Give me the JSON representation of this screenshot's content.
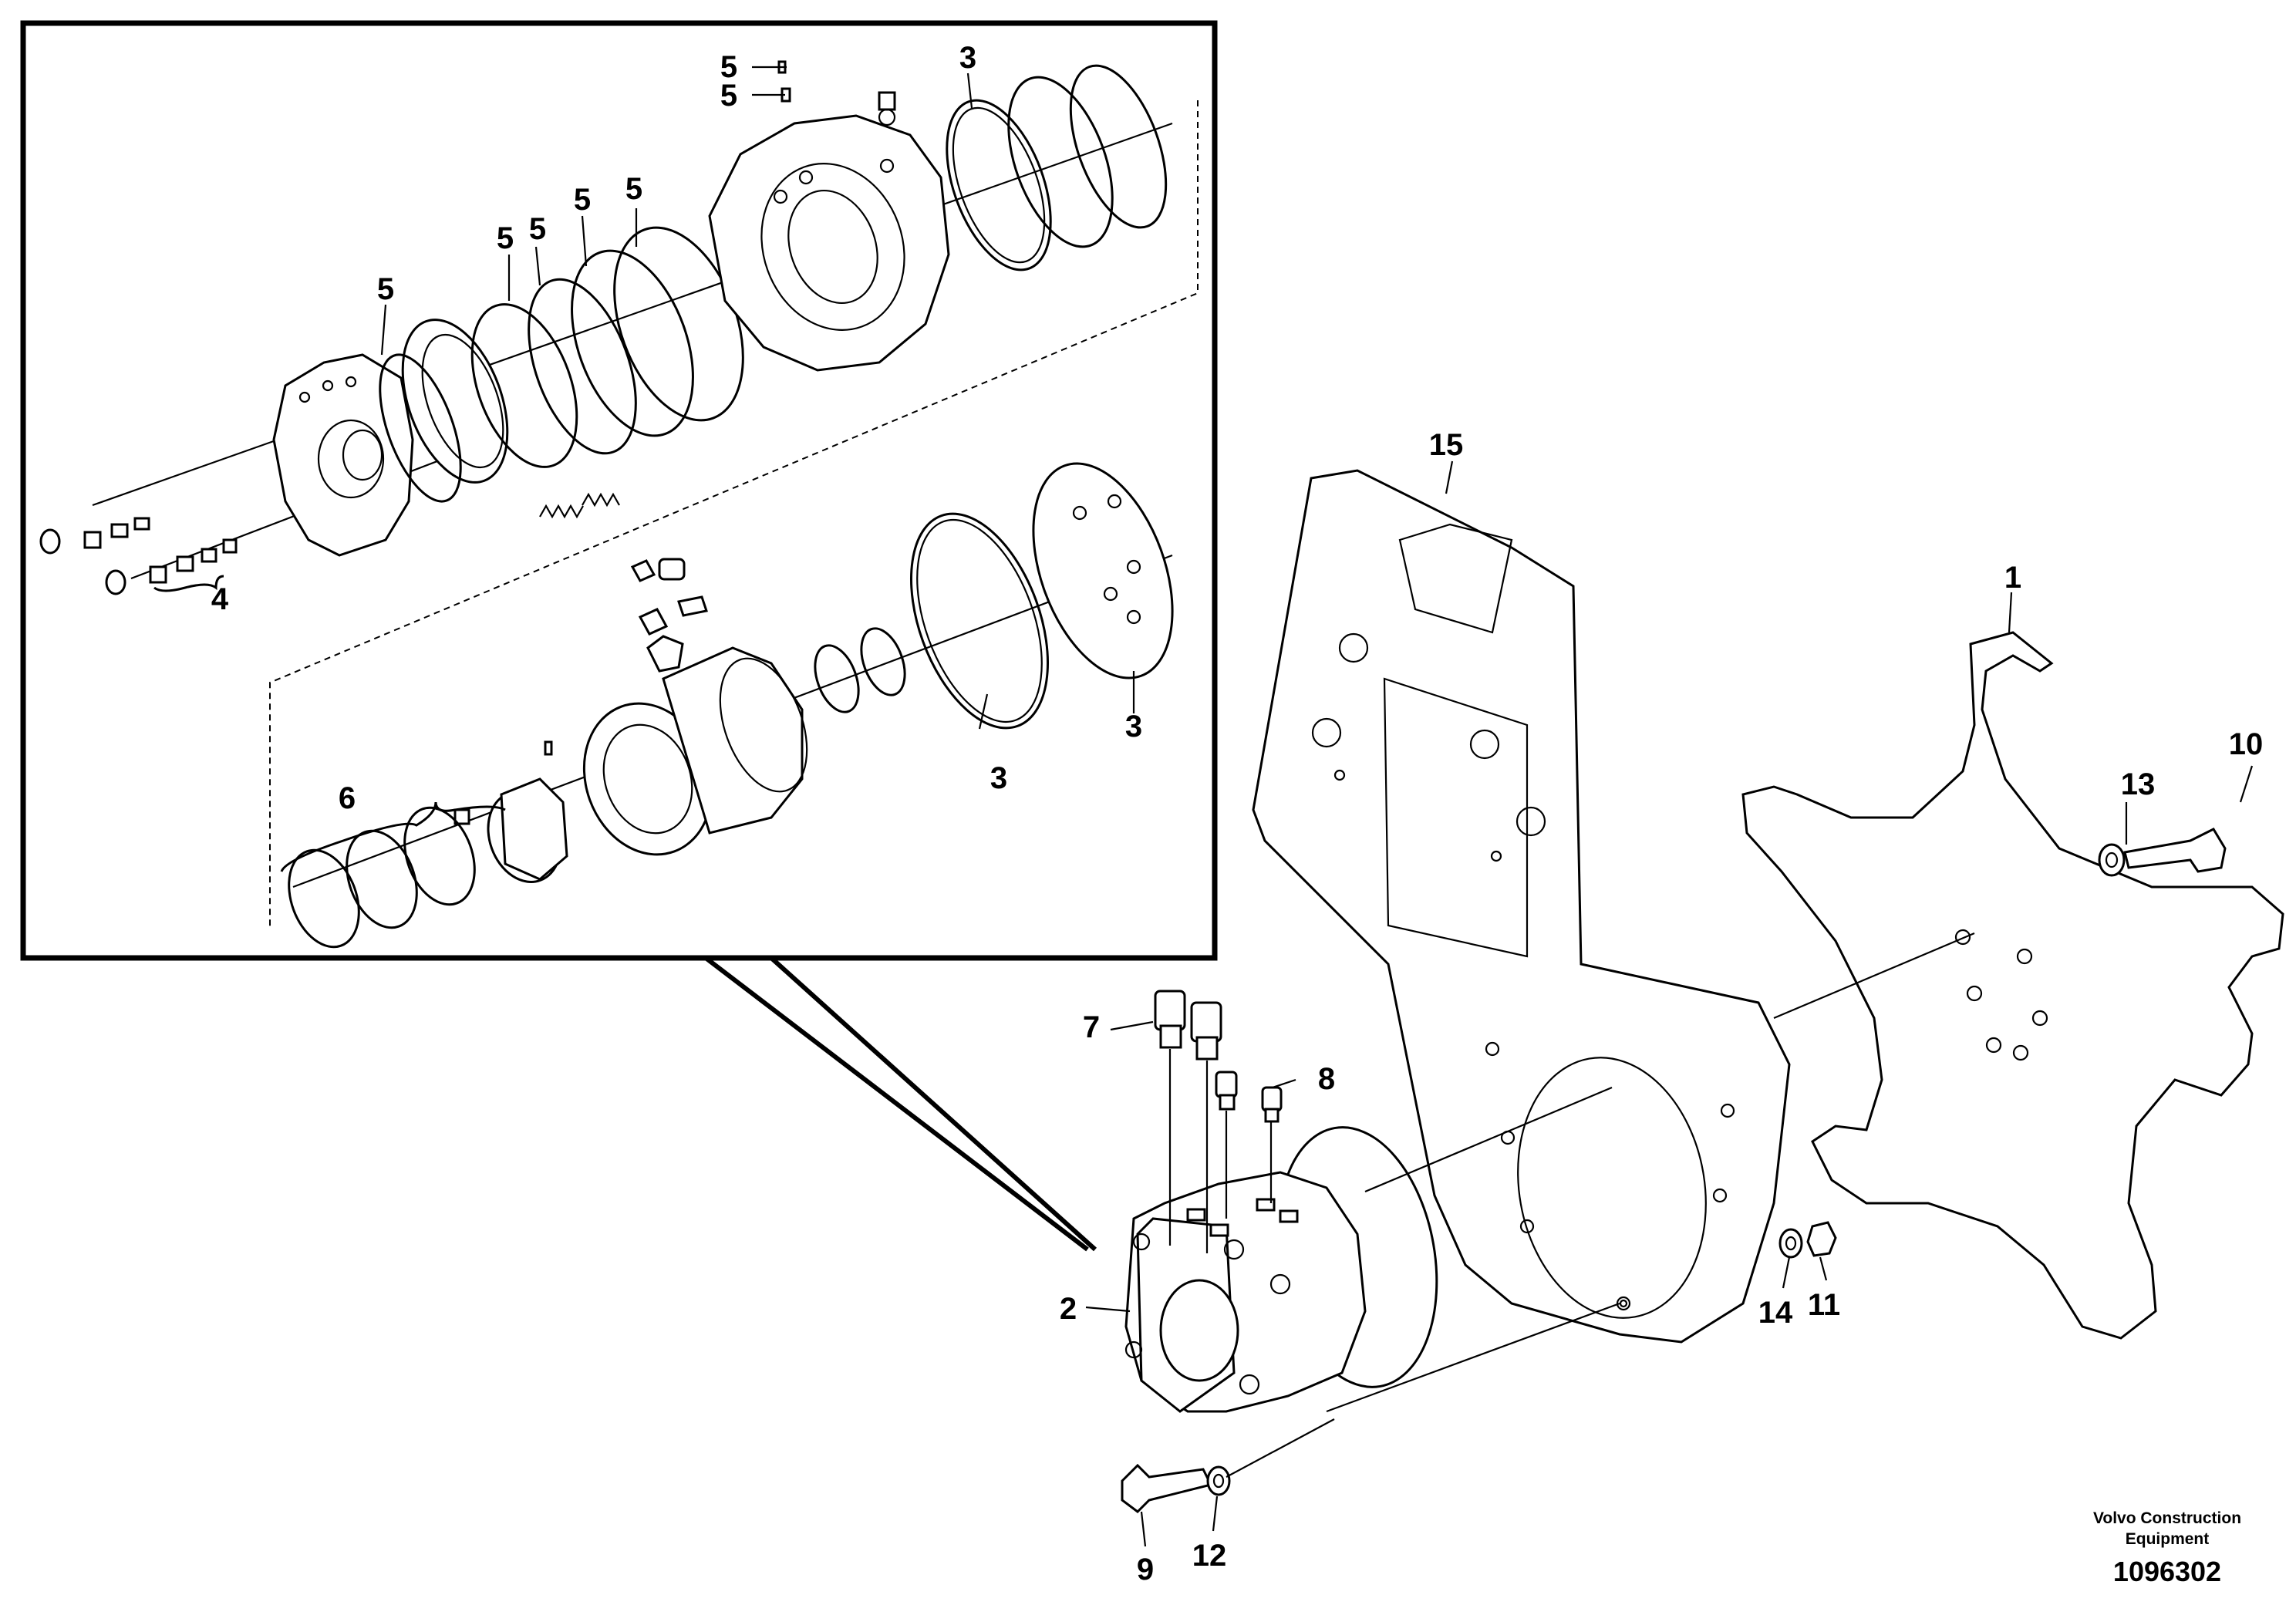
{
  "callouts": {
    "c1": "1",
    "c2": "2",
    "c3a": "3",
    "c3b": "3",
    "c3c": "3",
    "c4": "4",
    "c5a": "5",
    "c5b": "5",
    "c5c": "5",
    "c5d": "5",
    "c5e": "5",
    "c5f": "5",
    "c5g": "5",
    "c6": "6",
    "c7": "7",
    "c8": "8",
    "c9": "9",
    "c10": "10",
    "c11": "11",
    "c12": "12",
    "c13": "13",
    "c14": "14",
    "c15": "15"
  },
  "footer": {
    "brand_line1": "Volvo Construction",
    "brand_line2": "Equipment",
    "doc_number": "1096302"
  }
}
